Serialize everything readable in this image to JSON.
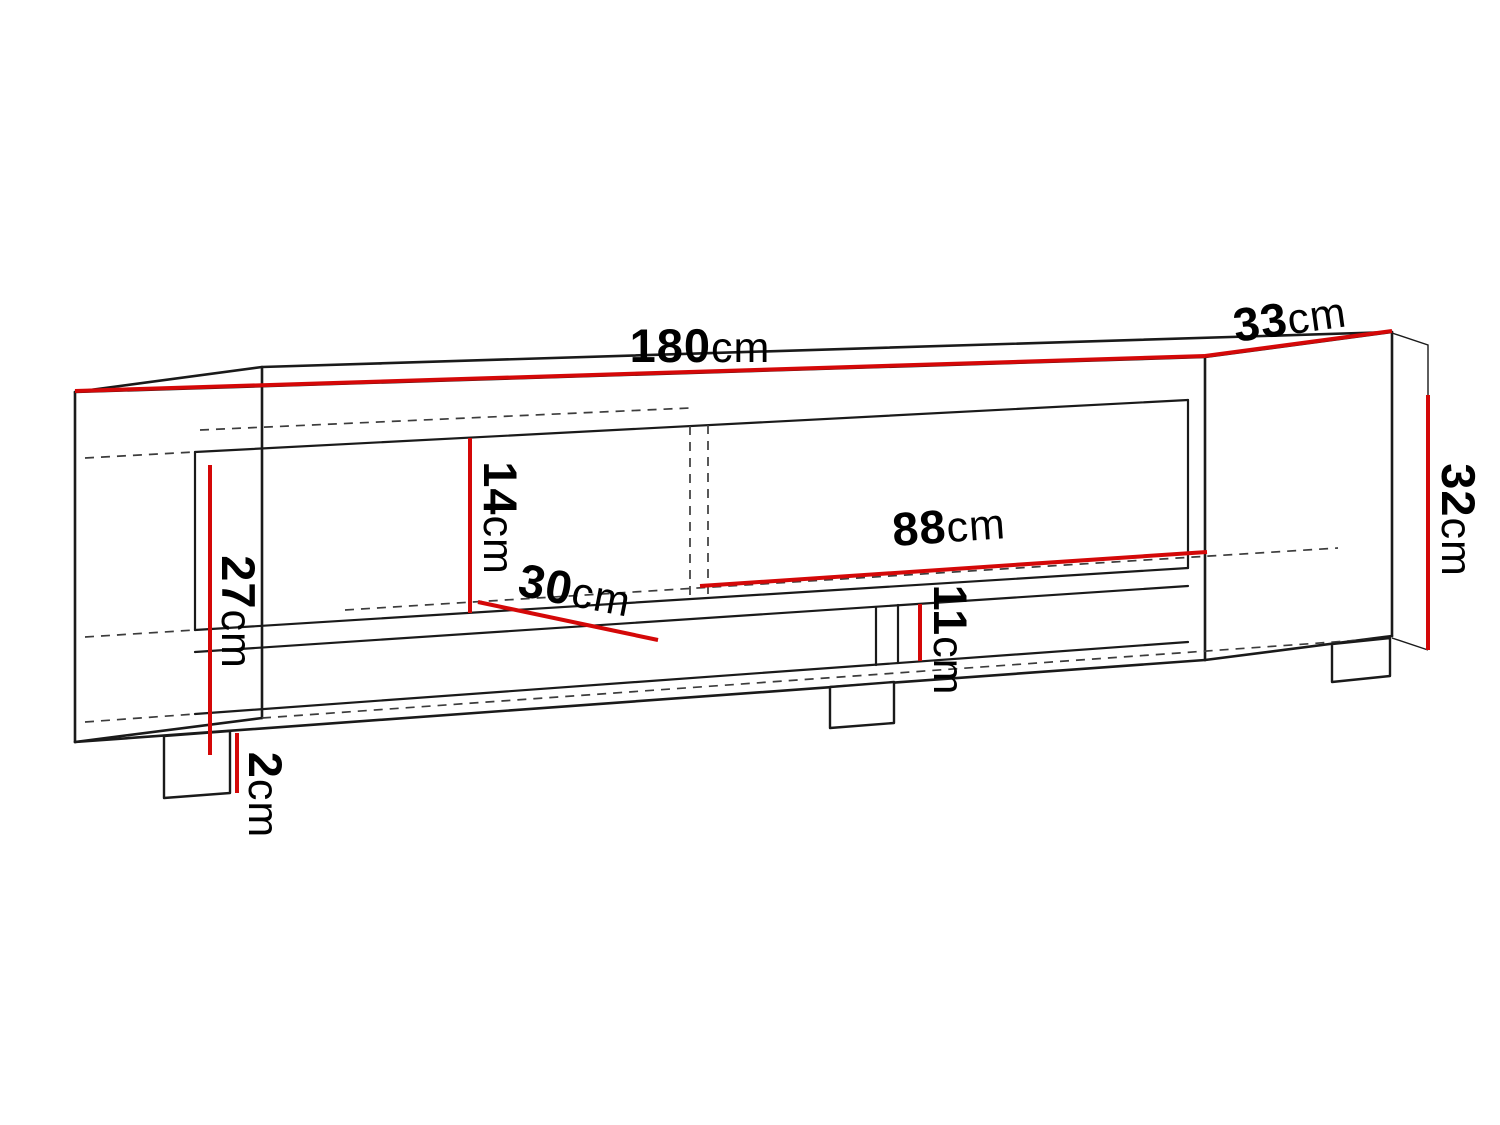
{
  "page": {
    "background": "#ffffff"
  },
  "diagram": {
    "name": "tv-cabinet-dimension-drawing",
    "colors": {
      "outline": "#1a1a1a",
      "hidden": "#3c3c3c",
      "dimension_red": "#d40808",
      "label": "#000000"
    },
    "labels": {
      "width_total": {
        "value": "180",
        "unit": "cm"
      },
      "depth_top": {
        "value": "33",
        "unit": "cm"
      },
      "height_side": {
        "value": "32",
        "unit": "cm"
      },
      "shelf_opening_height": {
        "value": "14",
        "unit": "cm"
      },
      "interior_height_left": {
        "value": "27",
        "unit": "cm"
      },
      "interior_depth": {
        "value": "30",
        "unit": "cm"
      },
      "compartment_width": {
        "value": "88",
        "unit": "cm"
      },
      "lower_opening_height": {
        "value": "11",
        "unit": "cm"
      },
      "leg_height": {
        "value": "2",
        "unit": "cm"
      }
    }
  }
}
